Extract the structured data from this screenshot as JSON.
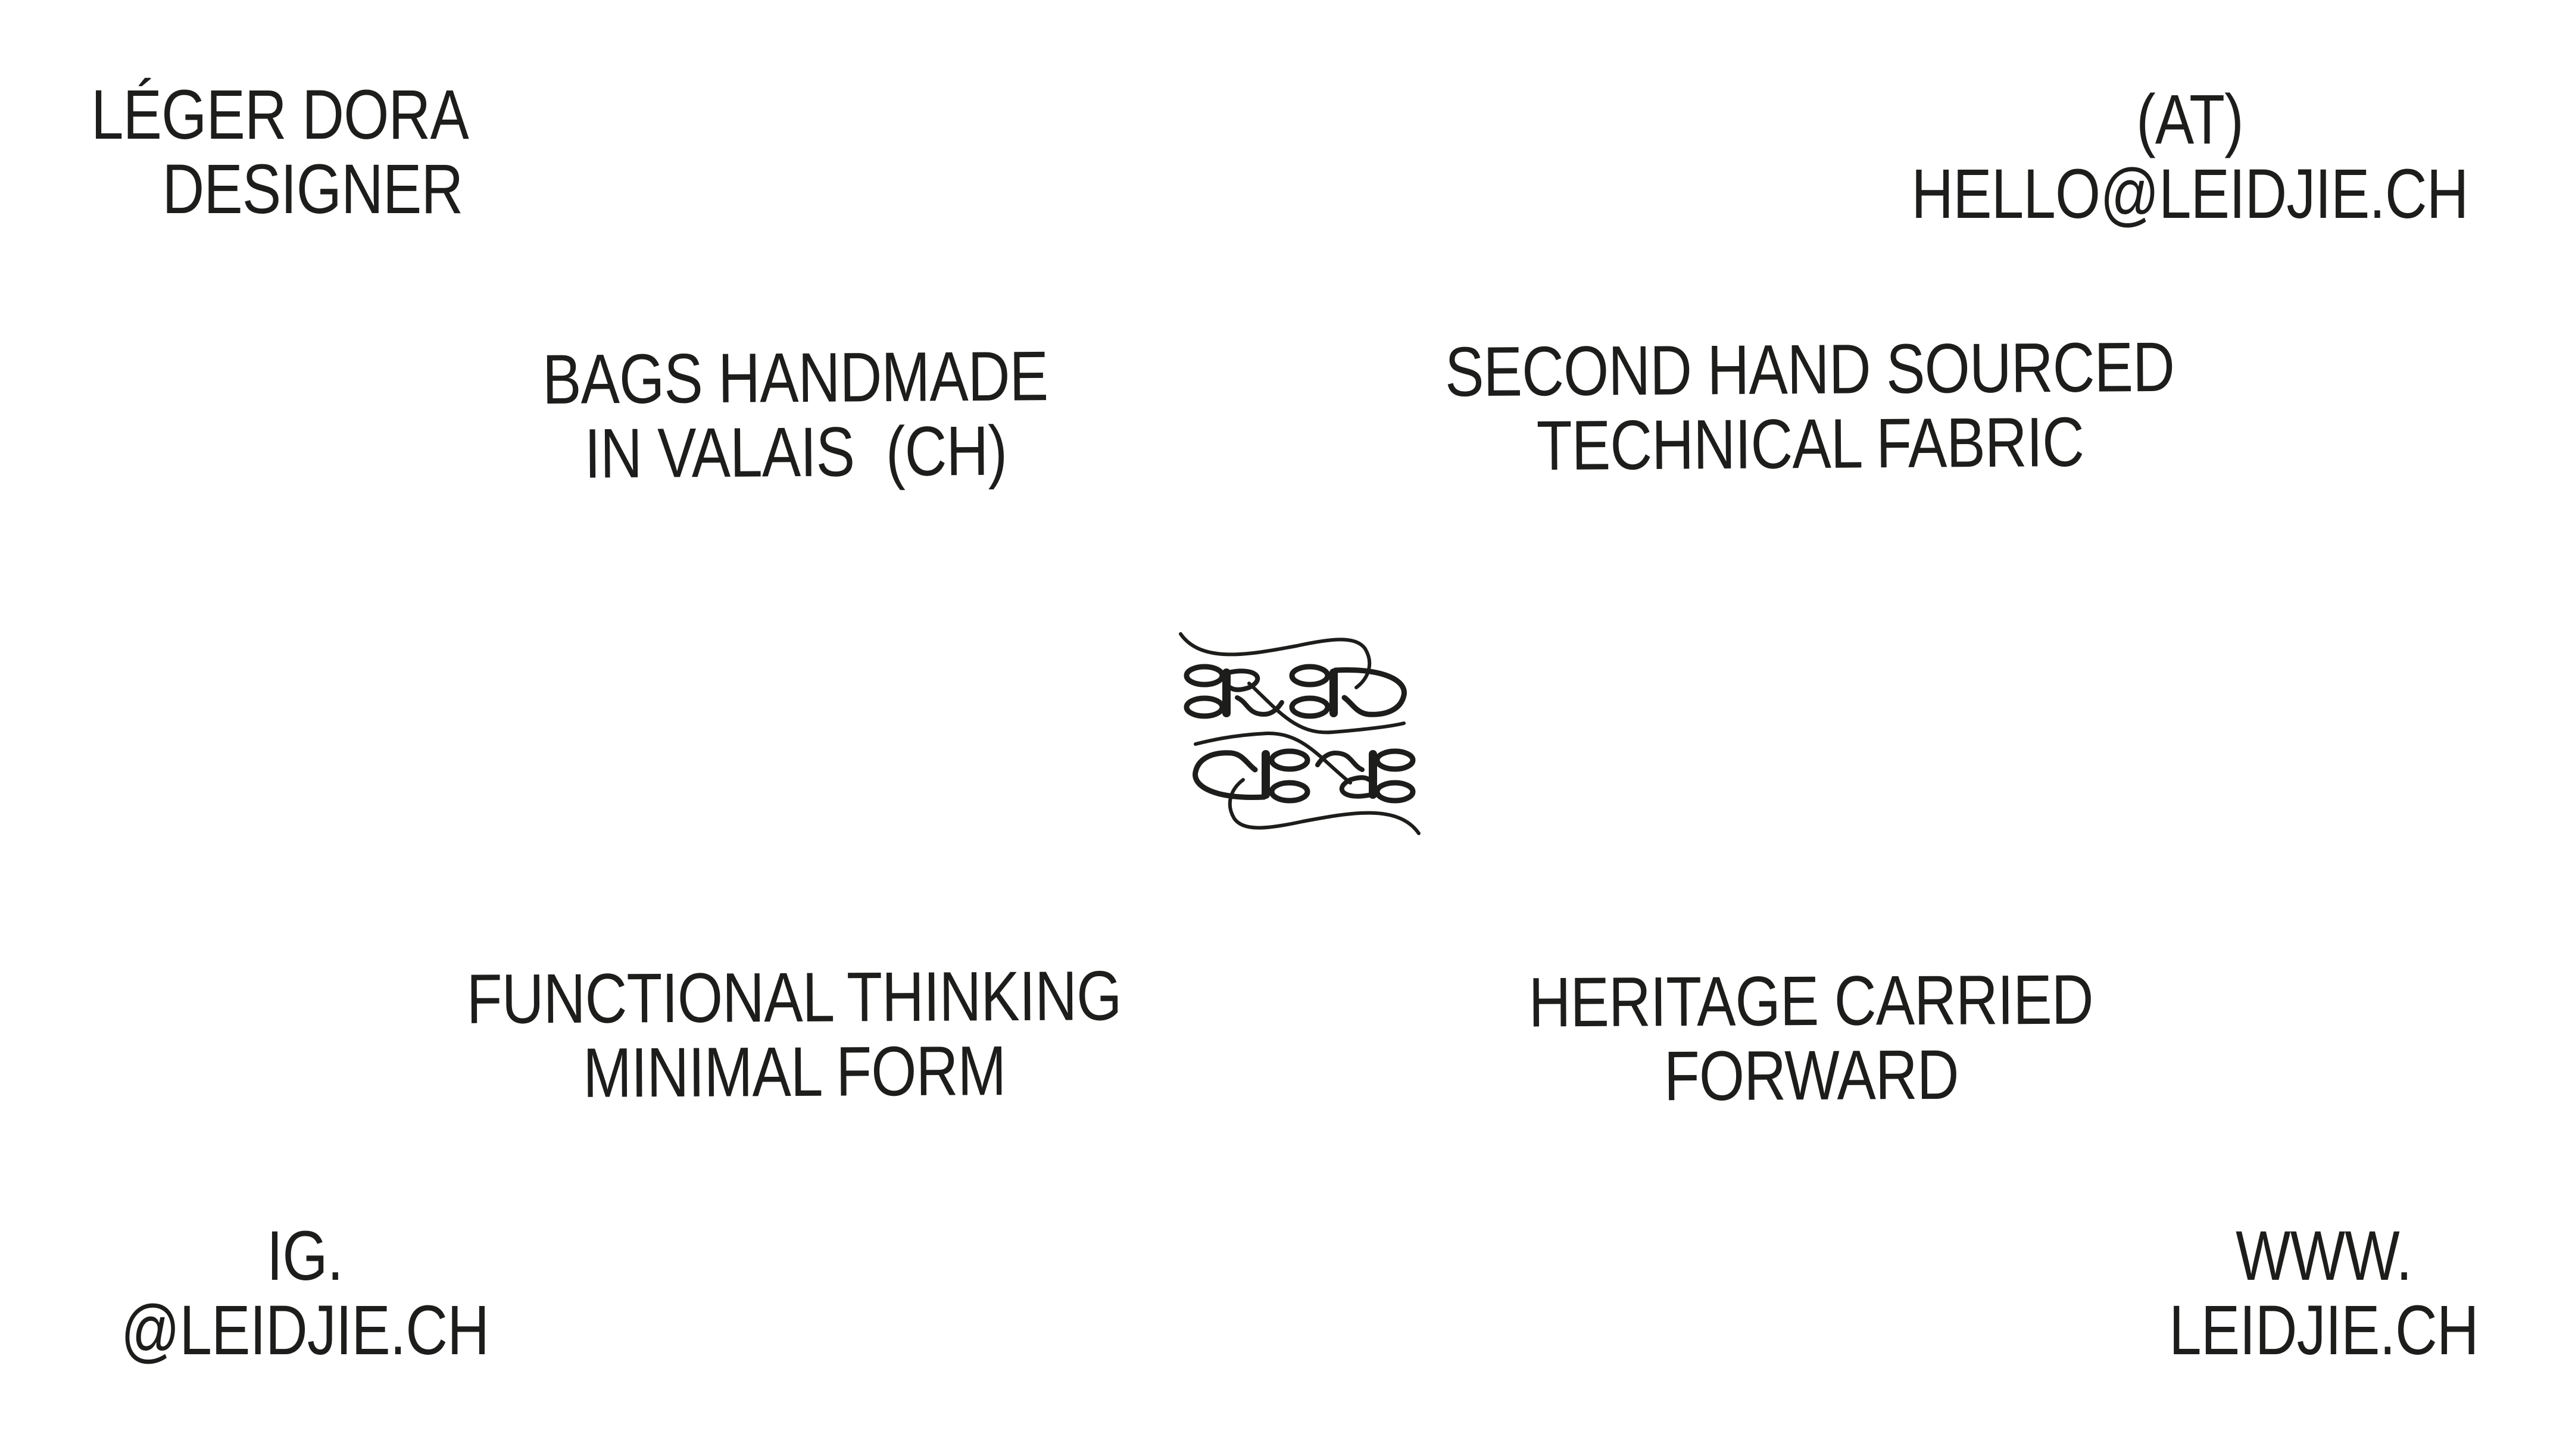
{
  "colors": {
    "background": "#ffffff",
    "ink": "#1d1d1b"
  },
  "corners": {
    "top_left": {
      "line1": "LÉGER DORA",
      "line2": "DESIGNER"
    },
    "top_right": {
      "line1": "(AT)",
      "line2": "HELLO@LEIDJIE.CH"
    },
    "bottom_left": {
      "line1": "IG.",
      "line2": "@LEIDJIE.CH"
    },
    "bottom_right": {
      "line1": "WWW.",
      "line2": "LEIDJIE.CH"
    }
  },
  "statements": {
    "upper_left": {
      "line1": "BAGS HANDMADE",
      "line2": "IN VALAIS  (CH)"
    },
    "upper_right": {
      "line1": "SECOND HAND SOURCED",
      "line2": "TECHNICAL FABRIC"
    },
    "lower_left": {
      "line1": "FUNCTIONAL THINKING",
      "line2": "MINIMAL FORM"
    },
    "lower_right": {
      "line1": "HERITAGE CARRIED",
      "line2": "FORWARD"
    }
  },
  "logo": {
    "icon": "ornamental-monogram-icon",
    "description": "rotationally symmetric calligraphic monogram with flourishes"
  }
}
